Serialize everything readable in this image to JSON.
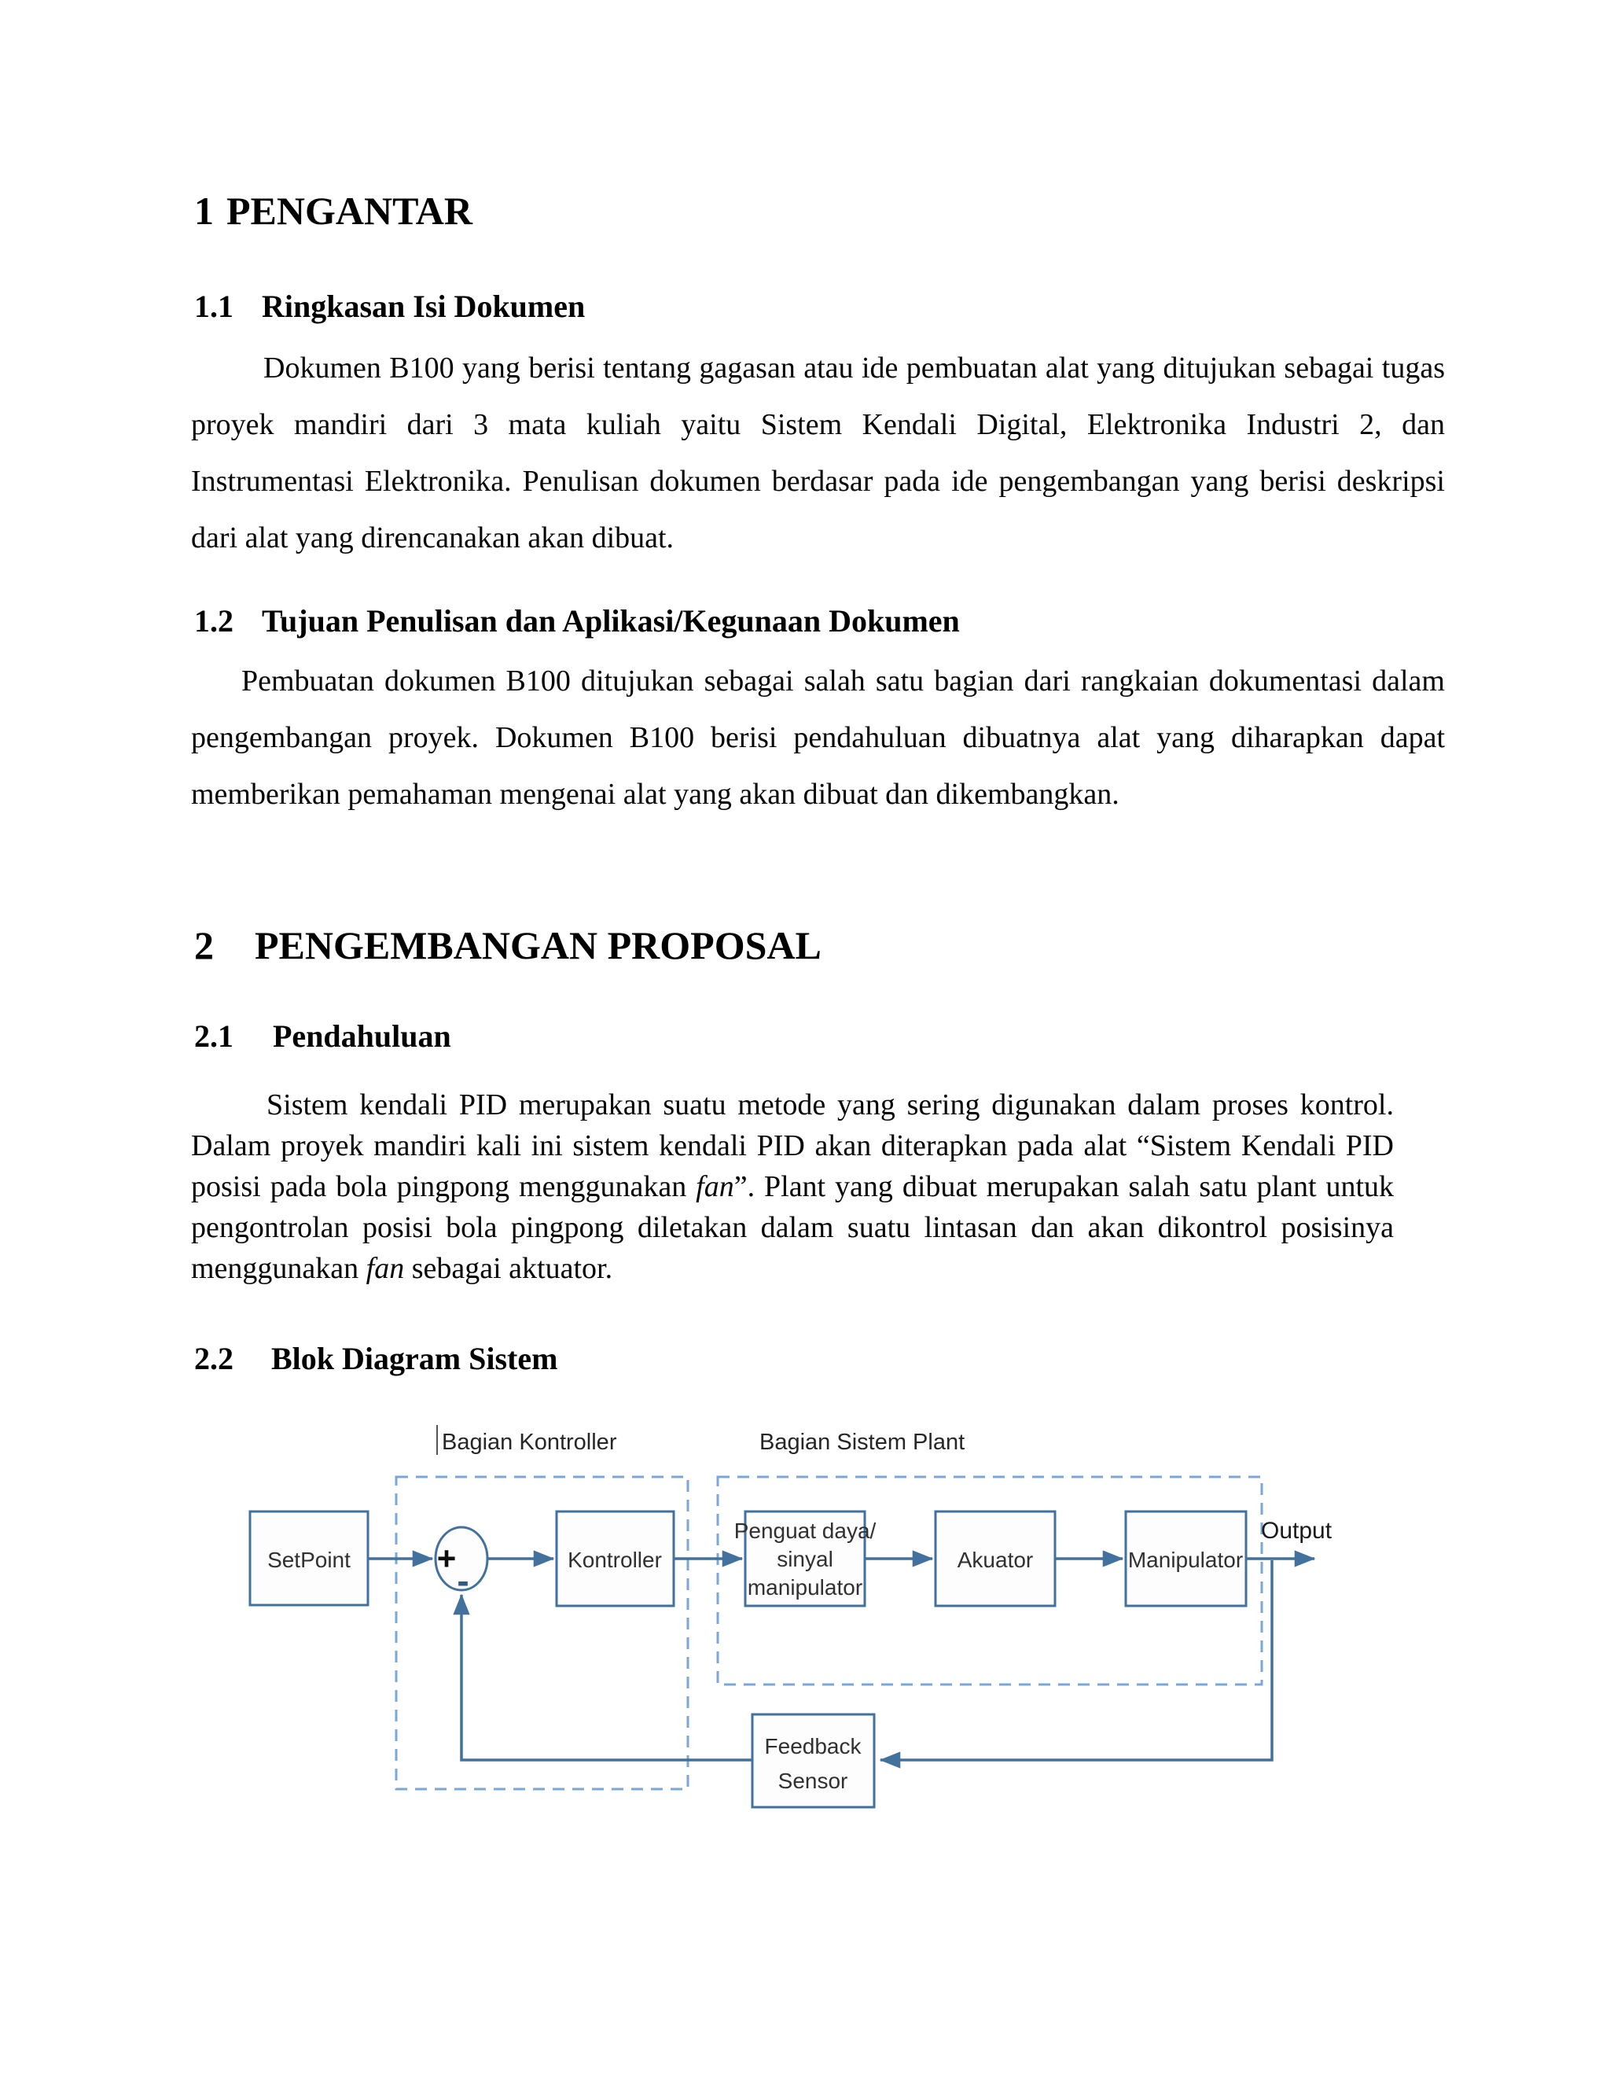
{
  "sections": {
    "s1": {
      "number": "1",
      "title": "PENGANTAR"
    },
    "s11": {
      "number": "1.1",
      "title": "Ringkasan Isi Dokumen",
      "body": "Dokumen B100 yang berisi tentang gagasan atau ide pembuatan alat yang ditujukan sebagai tugas proyek mandiri dari 3 mata kuliah yaitu Sistem Kendali Digital, Elektronika Industri 2, dan Instrumentasi Elektronika. Penulisan dokumen berdasar pada ide pengembangan yang berisi deskripsi dari alat yang direncanakan akan dibuat."
    },
    "s12": {
      "number": "1.2",
      "title": "Tujuan Penulisan dan Aplikasi/Kegunaan Dokumen",
      "body": "Pembuatan dokumen B100 ditujukan sebagai salah satu bagian dari rangkaian dokumentasi dalam pengembangan proyek. Dokumen B100 berisi pendahuluan dibuatnya alat yang diharapkan dapat memberikan pemahaman mengenai alat yang akan dibuat dan dikembangkan."
    },
    "s2": {
      "number": "2",
      "title": "PENGEMBANGAN PROPOSAL"
    },
    "s21": {
      "number": "2.1",
      "title": "Pendahuluan",
      "seg1": "Sistem kendali PID merupakan suatu metode yang sering digunakan dalam proses kontrol. Dalam proyek mandiri kali ini sistem kendali PID akan diterapkan pada alat “Sistem Kendali PID posisi pada bola pingpong menggunakan ",
      "fan1": "fan",
      "seg2": "”. Plant yang dibuat merupakan salah satu plant untuk pengontrolan posisi bola pingpong diletakan dalam suatu lintasan dan akan dikontrol posisinya menggunakan ",
      "fan2": "fan",
      "seg3": " sebagai aktuator."
    },
    "s22": {
      "number": "2.2",
      "title": "Blok Diagram Sistem"
    }
  },
  "diagram": {
    "labels": {
      "controller_section": "Bagian Kontroller",
      "plant_section": "Bagian Sistem Plant",
      "output": "Output",
      "sum_plus": "+",
      "sum_minus": "-"
    },
    "boxes": {
      "setpoint": "SetPoint",
      "kontroller": "Kontroller",
      "penguat_line1": "Penguat daya/",
      "penguat_line2": "sinyal",
      "penguat_line3": "manipulator",
      "akuator": "Akuator",
      "manipulator": "Manipulator",
      "feedback_line1": "Feedback",
      "feedback_line2": "Sensor"
    },
    "colors": {
      "line": "#41719c",
      "dashed_border": "#7ba7d7",
      "box_border": "#41719c",
      "box_text": "#303033",
      "minus_sign": "#2e5a88"
    }
  }
}
